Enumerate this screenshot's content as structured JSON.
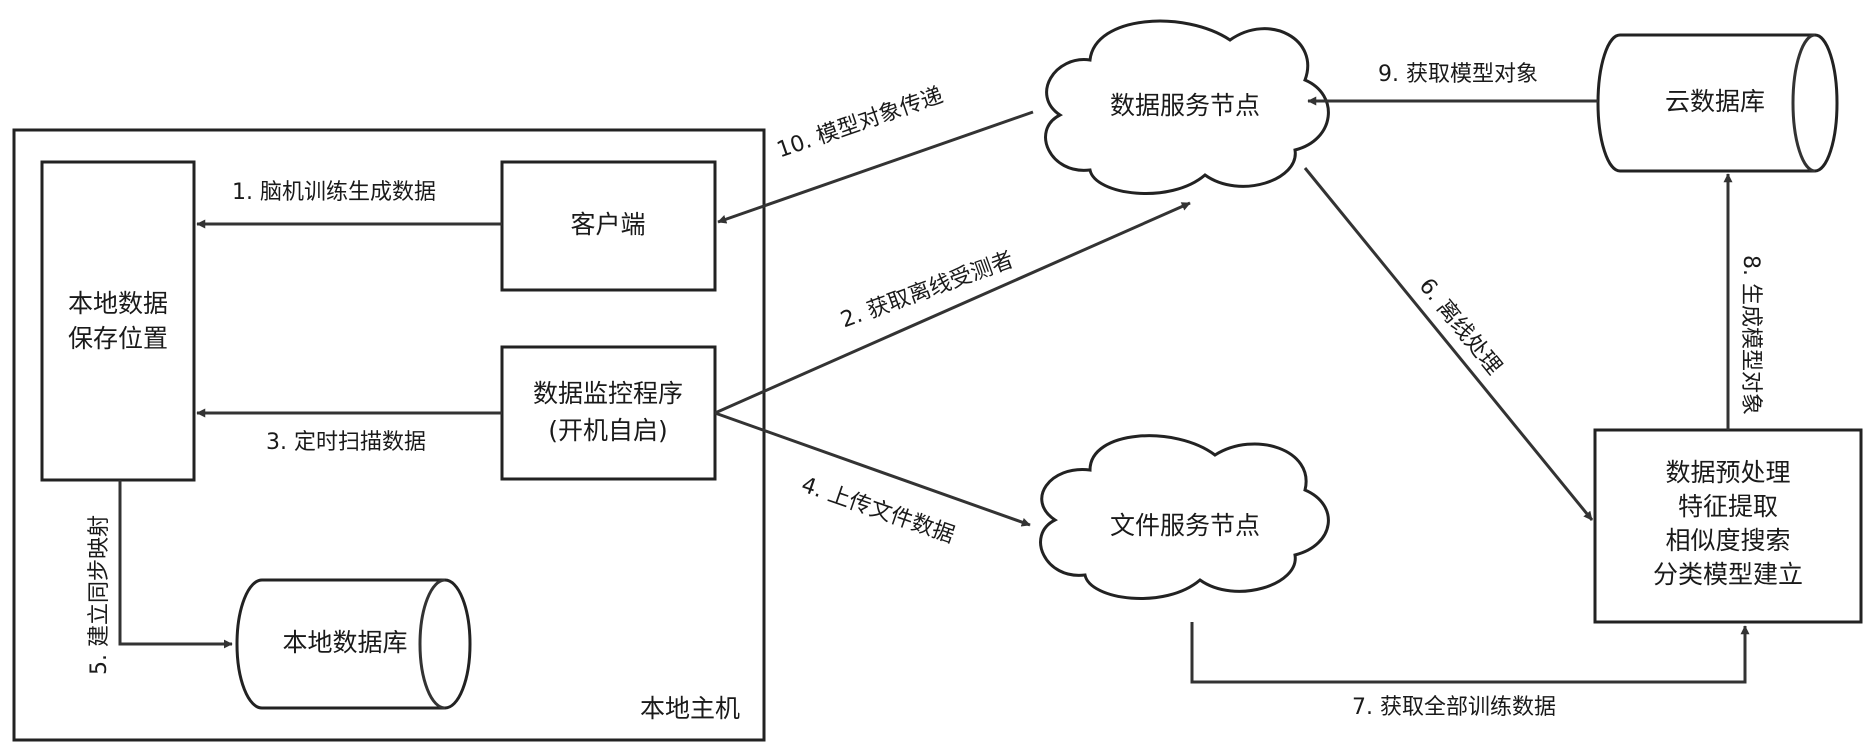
{
  "nodes": {
    "local_host_label": "本地主机",
    "local_storage": [
      "本地数据",
      "保存位置"
    ],
    "client": "客户端",
    "monitor": [
      "数据监控程序",
      "(开机自启)"
    ],
    "local_db": "本地数据库",
    "data_service": "数据服务节点",
    "file_service": "文件服务节点",
    "cloud_db": "云数据库",
    "processing": [
      "数据预处理",
      "特征提取",
      "相似度搜索",
      "分类模型建立"
    ]
  },
  "edges": {
    "e1": "1. 脑机训练生成数据",
    "e2": "2. 获取离线受测者",
    "e3": "3. 定时扫描数据",
    "e4": "4. 上传文件数据",
    "e5": "5. 建立同步映射",
    "e6": "6. 离线处理",
    "e7": "7. 获取全部训练数据",
    "e8": "8. 生成模型对象",
    "e9": "9. 获取模型对象",
    "e10": "10. 模型对象传递"
  }
}
